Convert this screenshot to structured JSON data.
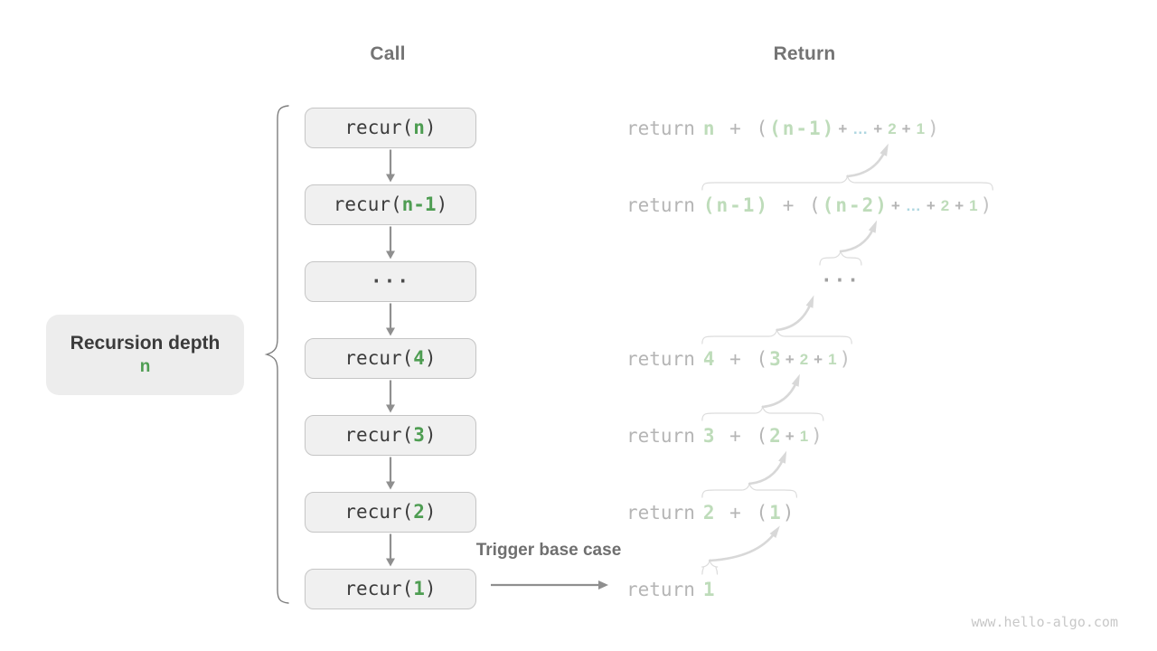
{
  "titles": {
    "call": "Call",
    "ret": "Return"
  },
  "depth_box": {
    "title": "Recursion depth",
    "value": "n"
  },
  "trigger_label": "Trigger base case",
  "watermark": "www.hello-algo.com",
  "call_column": {
    "boxes": [
      {
        "type": "call",
        "pre": "recur(",
        "arg": "n",
        "post": ")"
      },
      {
        "type": "call",
        "pre": "recur(",
        "arg": "n-1",
        "post": ")"
      },
      {
        "type": "ellipsis",
        "text": "···"
      },
      {
        "type": "call",
        "pre": "recur(",
        "arg": "4",
        "post": ")"
      },
      {
        "type": "call",
        "pre": "recur(",
        "arg": "3",
        "post": ")"
      },
      {
        "type": "call",
        "pre": "recur(",
        "arg": "2",
        "post": ")"
      },
      {
        "type": "call",
        "pre": "recur(",
        "arg": "1",
        "post": ")"
      }
    ]
  },
  "return_column": {
    "keyword": "return",
    "rows": [
      {
        "type": "expr",
        "main": [
          [
            "n",
            "green"
          ],
          [
            " + ",
            "gray"
          ],
          [
            "(",
            "gray"
          ],
          [
            "(n-1)",
            "green"
          ]
        ],
        "tail": [
          [
            "+",
            "gray"
          ],
          [
            "…",
            "blue"
          ],
          [
            "+",
            "gray"
          ],
          [
            "2",
            "green"
          ],
          [
            "+",
            "gray"
          ],
          [
            "1",
            "green"
          ]
        ],
        "close": ")"
      },
      {
        "type": "expr",
        "main": [
          [
            "(n-1)",
            "green"
          ],
          [
            " + ",
            "gray"
          ],
          [
            "(",
            "gray"
          ],
          [
            "(n-2)",
            "green"
          ]
        ],
        "tail": [
          [
            "+",
            "gray"
          ],
          [
            "…",
            "blue"
          ],
          [
            "+",
            "gray"
          ],
          [
            "2",
            "green"
          ],
          [
            "+",
            "gray"
          ],
          [
            "1",
            "green"
          ]
        ],
        "close": ")"
      },
      {
        "type": "ellipsis",
        "text": "···"
      },
      {
        "type": "expr",
        "main": [
          [
            "4",
            "green"
          ],
          [
            " + ",
            "gray"
          ],
          [
            "(",
            "gray"
          ],
          [
            "3",
            "green"
          ]
        ],
        "tail": [
          [
            "+",
            "gray"
          ],
          [
            "2",
            "green"
          ],
          [
            "+",
            "gray"
          ],
          [
            "1",
            "green"
          ]
        ],
        "close": ")"
      },
      {
        "type": "expr",
        "main": [
          [
            "3",
            "green"
          ],
          [
            " + ",
            "gray"
          ],
          [
            "(",
            "gray"
          ],
          [
            "2",
            "green"
          ]
        ],
        "tail": [
          [
            "+",
            "gray"
          ],
          [
            "1",
            "green"
          ]
        ],
        "close": ")"
      },
      {
        "type": "expr",
        "main": [
          [
            "2",
            "green"
          ],
          [
            " + ",
            "gray"
          ],
          [
            "(",
            "gray"
          ],
          [
            "1",
            "green"
          ],
          [
            ")",
            "gray"
          ]
        ],
        "tail": [],
        "close": ""
      },
      {
        "type": "expr",
        "main": [
          [
            "1",
            "green"
          ]
        ],
        "tail": [],
        "close": ""
      }
    ]
  },
  "colors": {
    "green": "#4e9d52",
    "pale_green": "#bedcba",
    "pale_blue": "#aed6e0",
    "light_gray": "#b5b5b5",
    "box_text": "#3c3c3c",
    "box_fill": "#f0f0f0",
    "box_border": "#c5c5c5",
    "title_gray": "#747474",
    "flow_arrow": "#8f8f8f",
    "faint_stroke": "#d8d8d8",
    "brace_stroke": "#dcdcdc",
    "left_brace": "#7e7e7e"
  }
}
